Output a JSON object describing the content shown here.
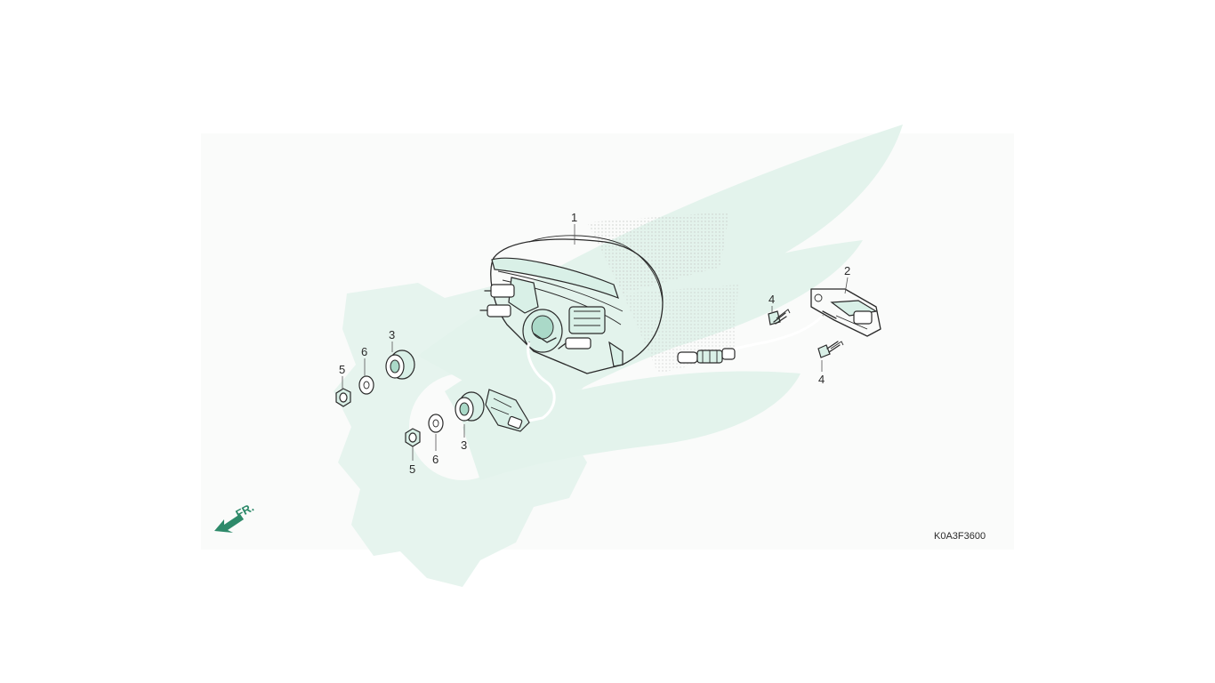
{
  "diagram": {
    "reference_code": "K0A3F3600",
    "front_indicator": "FR.",
    "callouts": {
      "tail_light": "1",
      "license_light": "2",
      "grommet_left": "3",
      "grommet_right": "3",
      "screw_top": "4",
      "screw_bottom": "4",
      "nut_left": "5",
      "nut_right": "5",
      "washer_left": "6",
      "washer_right": "6"
    },
    "colors": {
      "background_panel": "#fafbfa",
      "watermark": "#e3f3ec",
      "accent": "#2e8a6a"
    },
    "icons": {
      "front_arrow": "arrow-left-down-icon",
      "watermark": "winged-gear-logo-icon"
    }
  }
}
